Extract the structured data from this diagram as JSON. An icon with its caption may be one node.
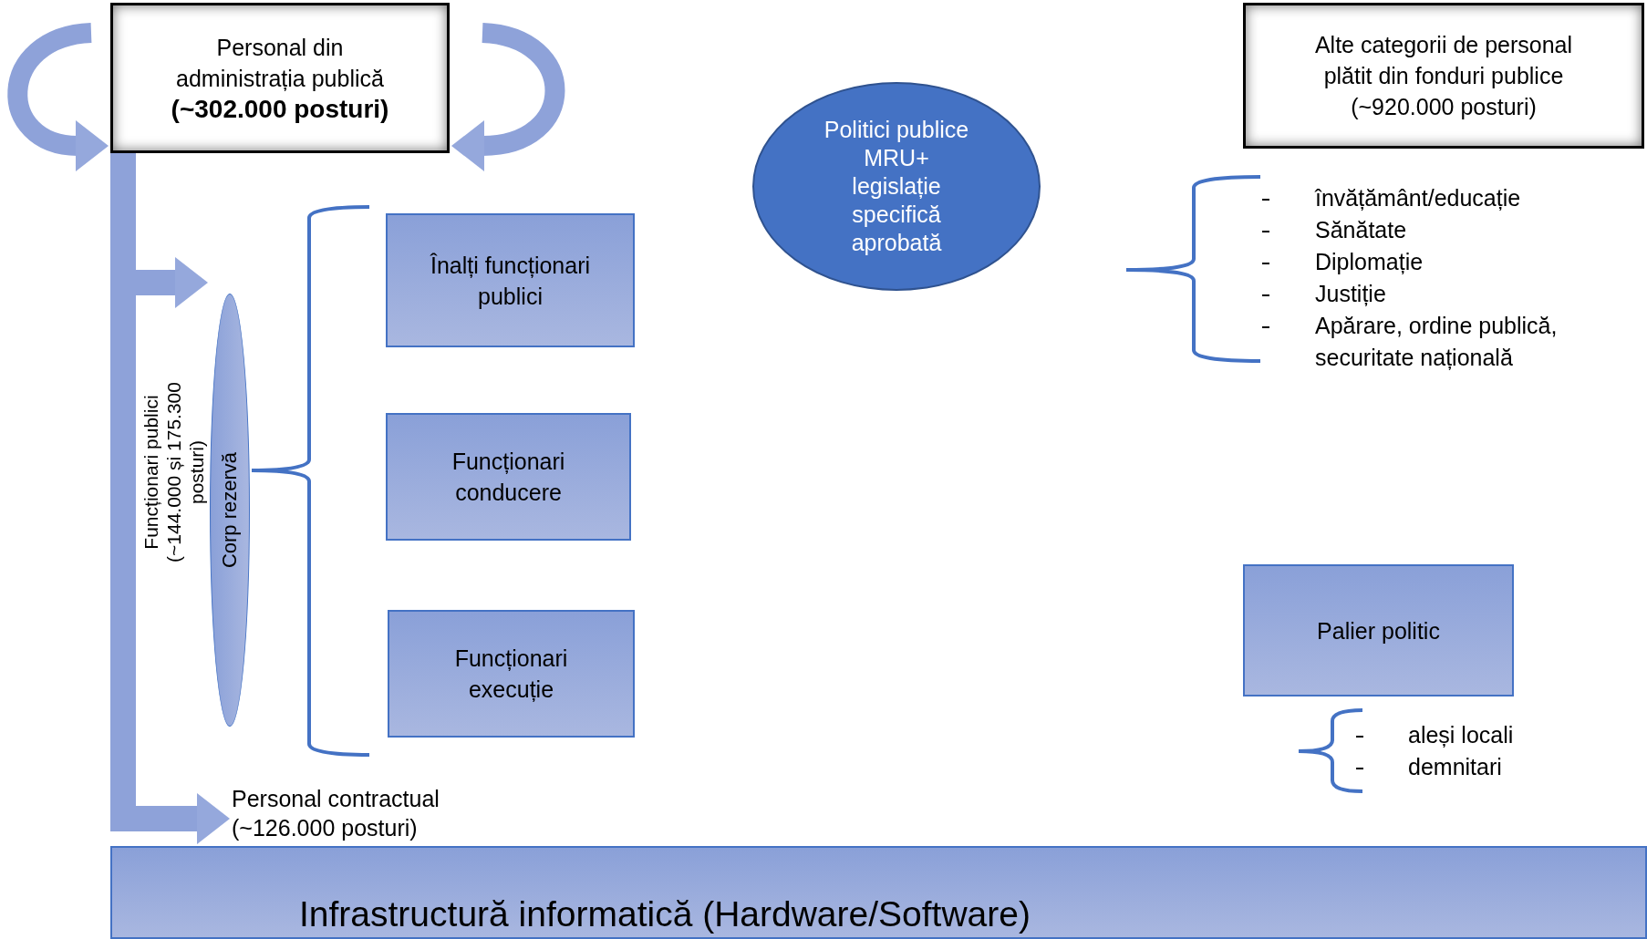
{
  "diagram": {
    "nodes": [
      {
        "text": [
          "Personal din administrația publică",
          "(~302.000 posturi)"
        ]
      },
      {
        "text": [
          "Corp rezervă"
        ]
      },
      {
        "text": [
          "Înalți funcționari publici"
        ]
      },
      {
        "text": [
          "Funcționari conducere"
        ]
      },
      {
        "text": [
          "Funcționari execuție"
        ]
      },
      {
        "text": [
          "Personal contractual (~126.000 posturi)"
        ]
      },
      {
        "text": [
          "Infrastructură informatică (Hardware/Software)"
        ]
      },
      {
        "text": [
          "Politici publice MRU+ legislație specifică aprobată"
        ]
      },
      {
        "text": [
          "Alte categorii de personal plătit din fonduri publice (~920.000 posturi)"
        ]
      },
      {
        "text": [
          "Palier politic"
        ]
      }
    ],
    "edges": [
      {
        "from": 0,
        "to": 5,
        "arrow": "to"
      },
      {
        "from": 0,
        "to": 1,
        "arrow": "to"
      },
      {
        "from": null,
        "to": 0,
        "arrow": "to"
      },
      {
        "from": null,
        "to": 0,
        "arrow": "to"
      }
    ],
    "labels": [
      "Funcționari publici (~144.000 și 175.300 posturi)",
      "învățământ/educație",
      "Sănătate",
      "Diplomație",
      "Justiție",
      "Apărare, ordine publică, securitate națională",
      "aleși locali",
      "demnitari"
    ]
  }
}
